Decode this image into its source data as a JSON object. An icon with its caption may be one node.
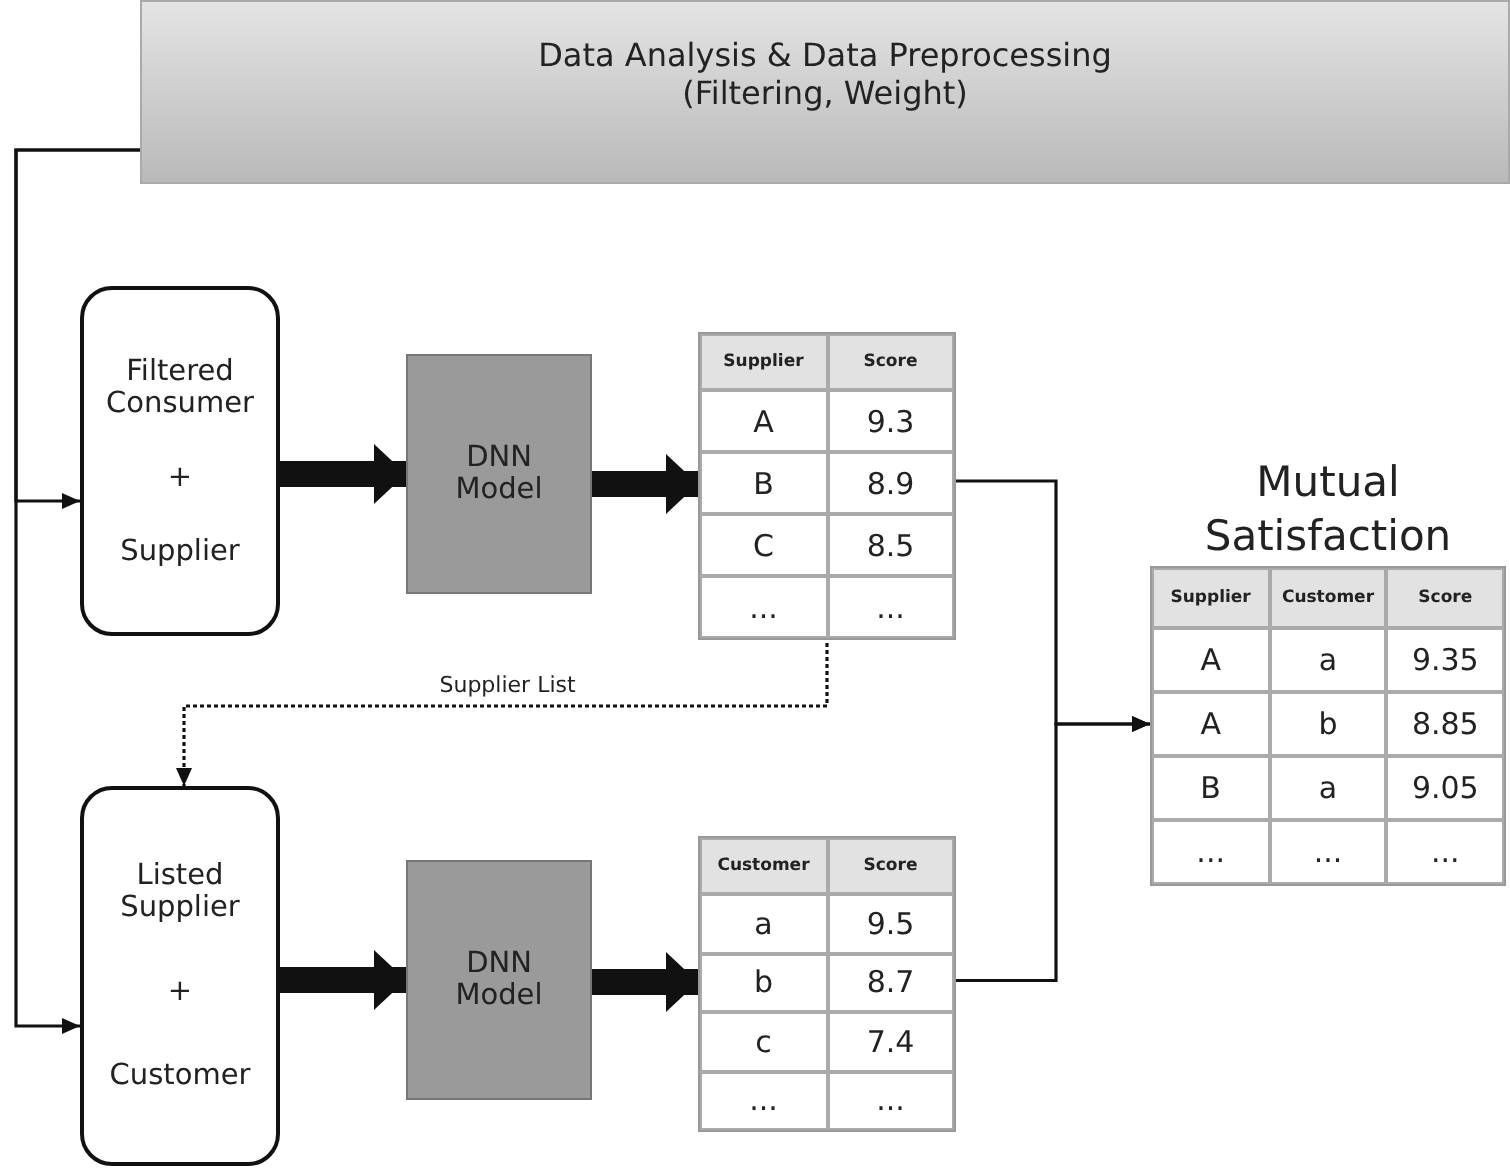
{
  "diagram": {
    "nodes": [
      {
        "text": [
          "Data Analysis & Data Preprocessing (Filtering, Weight)"
        ]
      },
      {
        "text": [
          "Filtered Consumer",
          "+",
          "Supplier"
        ]
      },
      {
        "text": [
          "DNN Model"
        ]
      },
      {
        "text": [
          "Supplier",
          "Score",
          "A",
          "9.3",
          "B",
          "8.9",
          "C",
          "8.5",
          "...",
          "..."
        ]
      },
      {
        "text": [
          "Listed Supplier",
          "+",
          "Customer"
        ]
      },
      {
        "text": [
          "DNN Model"
        ]
      },
      {
        "text": [
          "Customer",
          "Score",
          "a",
          "9.5",
          "b",
          "8.7",
          "c",
          "7.4",
          "...",
          "..."
        ]
      },
      {
        "text": [
          "Mutual Satisfaction",
          "Supplier",
          "Customer",
          "Score",
          "A",
          "a",
          "9.35",
          "A",
          "b",
          "8.85",
          "B",
          "a",
          "9.05",
          "...",
          "...",
          "..."
        ]
      }
    ],
    "edges": [
      {
        "from": 0,
        "to": 1,
        "arrow": "to"
      },
      {
        "from": 0,
        "to": 4,
        "arrow": "to"
      },
      {
        "from": 1,
        "to": 2,
        "arrow": "to",
        "style": "thick"
      },
      {
        "from": 2,
        "to": 3,
        "arrow": "to",
        "style": "thick"
      },
      {
        "from": 3,
        "to": 4,
        "arrow": "to",
        "style": "dashed",
        "label": "Supplier List"
      },
      {
        "from": 4,
        "to": 5,
        "arrow": "to",
        "style": "thick"
      },
      {
        "from": 5,
        "to": 6,
        "arrow": "to",
        "style": "thick"
      },
      {
        "from": 3,
        "to": 7,
        "arrow": "to"
      },
      {
        "from": 6,
        "to": 7,
        "arrow": "to"
      }
    ]
  }
}
